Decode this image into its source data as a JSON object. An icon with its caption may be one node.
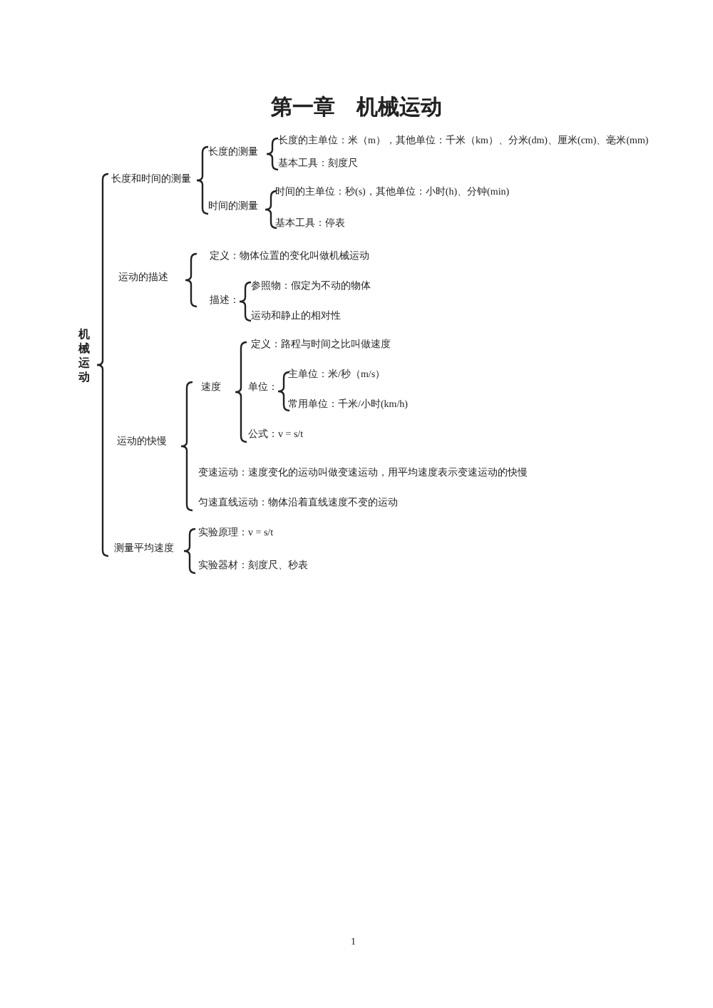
{
  "diagram": {
    "title": "第一章　机械运动",
    "labels": [
      "机械运动",
      "长度和时间的测量",
      "长度的测量",
      "长度的主单位：米（m），其他单位：千米（km）、分米(dm)、厘米(cm)、毫米(mm)",
      "基本工具：刻度尺",
      "时间的测量",
      "时间的主单位：秒(s)，其他单位：小时(h)、分钟(min)",
      "基本工具：停表",
      "运动的描述",
      "定义：物体位置的变化叫做机械运动",
      "描述：",
      "参照物：假定为不动的物体",
      "运动和静止的相对性",
      "定义：路程与时间之比叫做速度",
      "速度",
      "单位：",
      "主单位：米/秒（m/s）",
      "常用单位：千米/小时(km/h)",
      "公式：v = s/t",
      "运动的快慢",
      "变速运动：速度变化的运动叫做变速运动，用平均速度表示变速运动的快慢",
      "匀速直线运动：物体沿着直线速度不变的运动",
      "实验原理：v = s/t",
      "测量平均速度",
      "实验器材：刻度尺、秒表",
      "1"
    ]
  }
}
